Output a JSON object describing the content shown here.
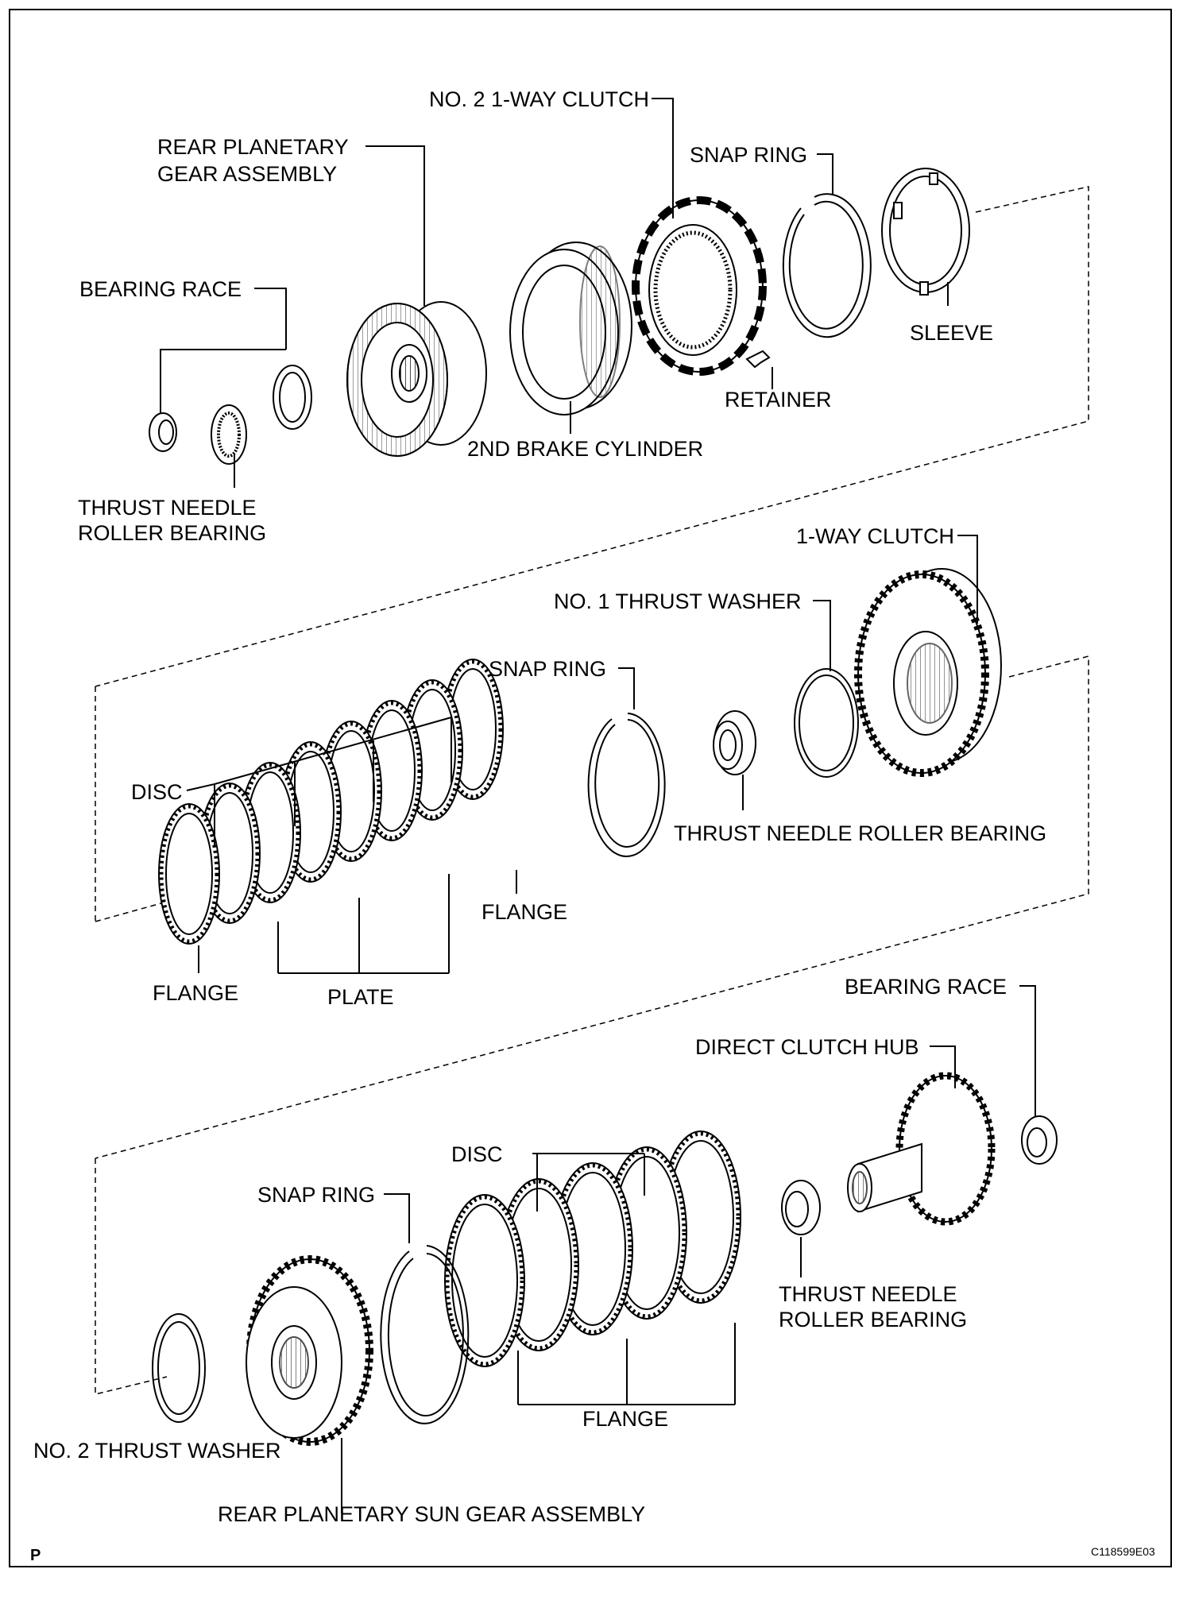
{
  "labels": {
    "no2_one_way_clutch": "NO. 2 1-WAY CLUTCH",
    "rear_planetary_gear_assembly_1": "REAR PLANETARY",
    "rear_planetary_gear_assembly_2": "GEAR ASSEMBLY",
    "snap_ring_top": "SNAP RING",
    "bearing_race_top": "BEARING RACE",
    "sleeve": "SLEEVE",
    "retainer": "RETAINER",
    "second_brake_cylinder": "2ND BRAKE CYLINDER",
    "thrust_needle_roller_bearing_top_1": "THRUST NEEDLE",
    "thrust_needle_roller_bearing_top_2": "ROLLER BEARING",
    "one_way_clutch": "1-WAY CLUTCH",
    "no1_thrust_washer": "NO. 1 THRUST WASHER",
    "snap_ring_mid": "SNAP RING",
    "disc_mid": "DISC",
    "thrust_needle_roller_bearing_mid": "THRUST NEEDLE ROLLER BEARING",
    "flange_mid_right": "FLANGE",
    "flange_mid_left": "FLANGE",
    "plate": "PLATE",
    "bearing_race_bottom": "BEARING RACE",
    "direct_clutch_hub": "DIRECT CLUTCH HUB",
    "disc_bottom": "DISC",
    "snap_ring_bottom": "SNAP RING",
    "thrust_needle_roller_bearing_bottom_1": "THRUST NEEDLE",
    "thrust_needle_roller_bearing_bottom_2": "ROLLER BEARING",
    "flange_bottom": "FLANGE",
    "no2_thrust_washer": "NO. 2 THRUST WASHER",
    "rear_planetary_sun_gear_assembly": "REAR PLANETARY SUN GEAR ASSEMBLY"
  },
  "corner_left": "P",
  "figure_code": "C118599E03"
}
